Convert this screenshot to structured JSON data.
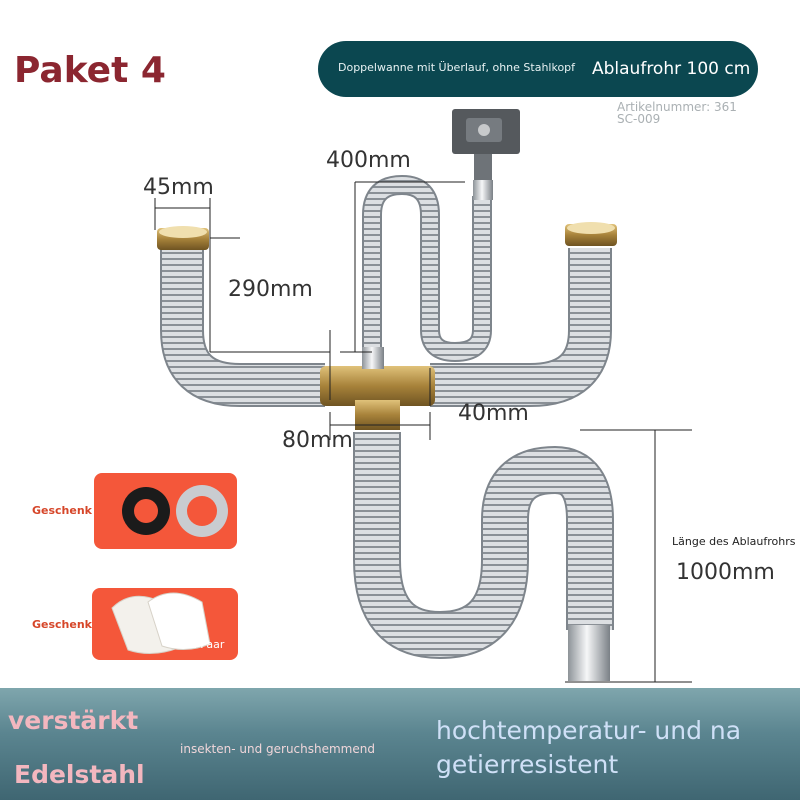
{
  "title": "Paket 4",
  "banner": {
    "subtitle": "Doppelwanne mit Überlauf, ohne Stahlkopf",
    "main": "Ablaufrohr 100 cm"
  },
  "article": "Artikelnummer: 361 SC-009",
  "dimensions": {
    "d45": "45mm",
    "d400": "400mm",
    "d290": "290mm",
    "d40": "40mm",
    "d80": "80mm",
    "length_label": "Länge des Ablaufrohrs",
    "length_value": "1000mm"
  },
  "gifts": {
    "gift1_label": "Geschenk",
    "gift2_label": "Geschenk",
    "pair_label": "ein Paar"
  },
  "bottom": {
    "verstaerkt": "verstärkt",
    "edelstahl": "Edelstahl",
    "insekten": "insekten- und geruchshemmend",
    "hoch_line1": "hochtemperatur- und na",
    "hoch_line2": "getierresistent"
  },
  "colors": {
    "title": "#8b2630",
    "banner": "#0b4750",
    "gift_bg": "#f4573a",
    "pink_text": "#f3b7bf",
    "blue_text": "#cfe0f7"
  }
}
